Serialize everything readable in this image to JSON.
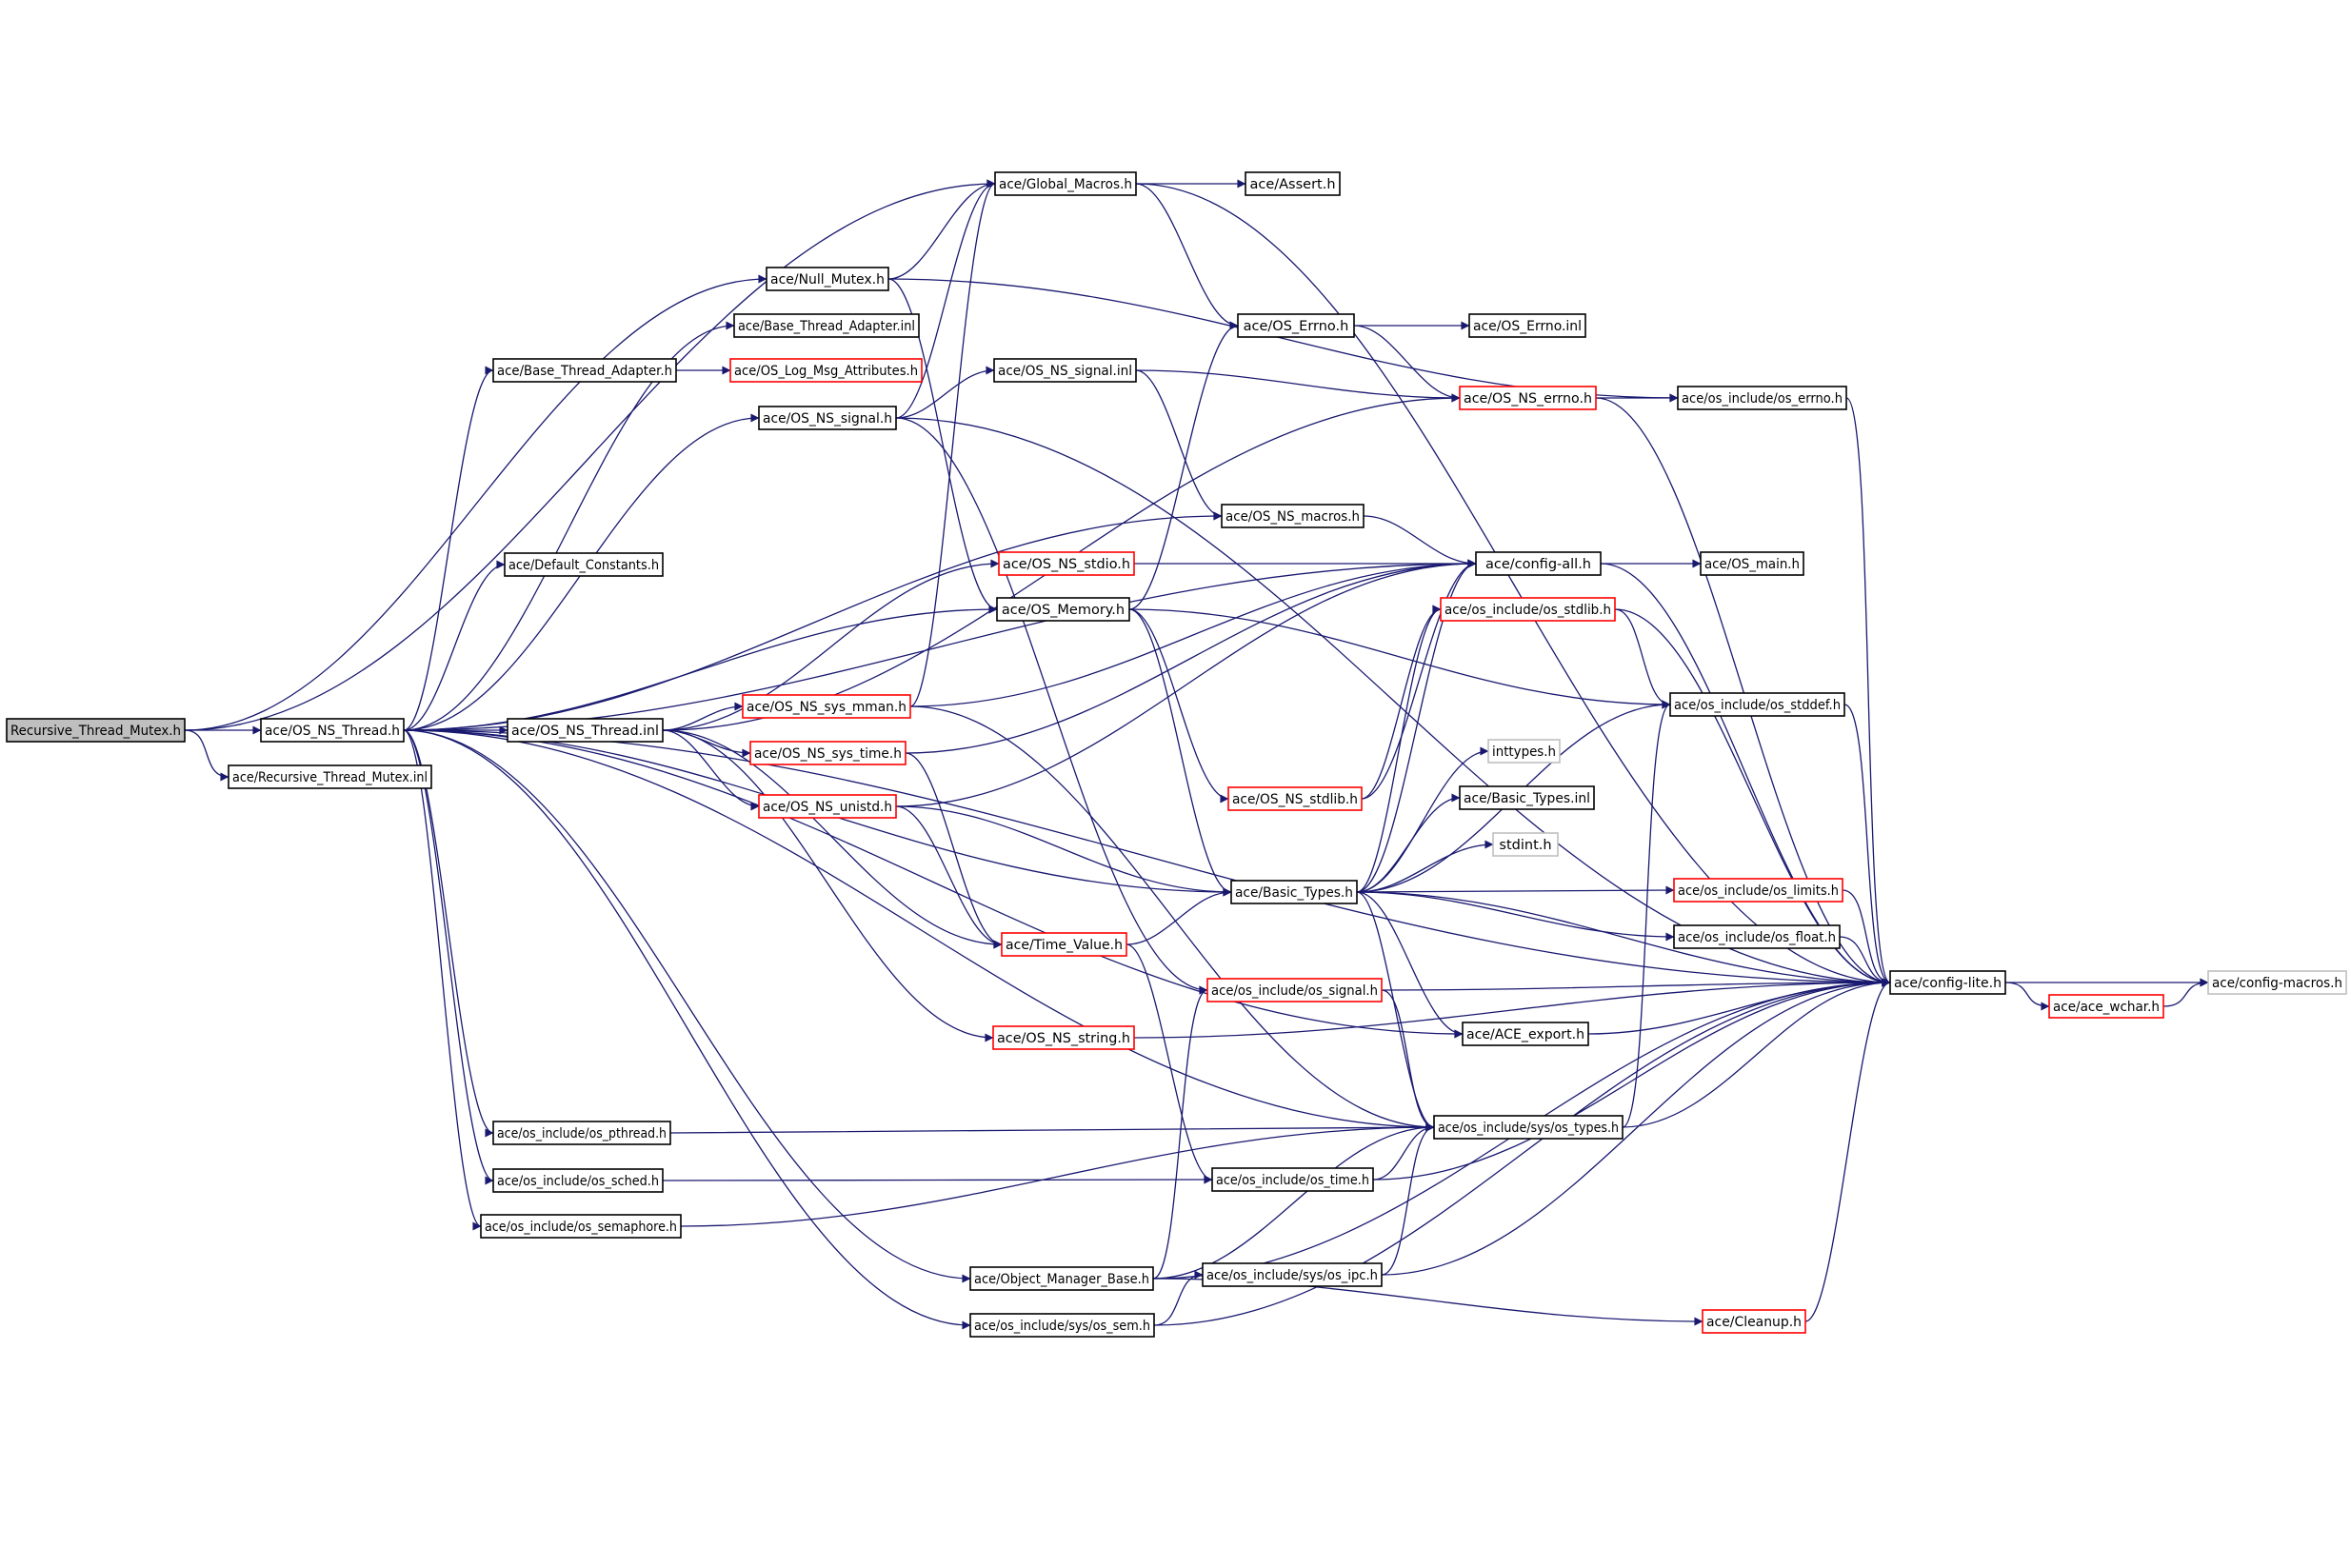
{
  "graph": {
    "colors": {
      "edge": "#191970",
      "border_default": "#000000",
      "border_truncated": "#ff0000",
      "border_undocumented": "#bfbfbf",
      "root_fill": "#bfbfbf",
      "node_fill": "#ffffff",
      "text": "#000000"
    },
    "nodes": [
      {
        "id": "n0",
        "label": "Recursive_Thread_Mutex.h",
        "style": "root"
      },
      {
        "id": "n1",
        "label": "ace/OS_NS_Thread.h",
        "style": "normal"
      },
      {
        "id": "n2",
        "label": "ace/Recursive_Thread_Mutex.inl",
        "style": "normal"
      },
      {
        "id": "n3",
        "label": "ace/Global_Macros.h",
        "style": "normal"
      },
      {
        "id": "n4",
        "label": "ace/Assert.h",
        "style": "normal"
      },
      {
        "id": "n5",
        "label": "ace/Null_Mutex.h",
        "style": "normal"
      },
      {
        "id": "n6",
        "label": "ace/Base_Thread_Adapter.inl",
        "style": "normal"
      },
      {
        "id": "n7",
        "label": "ace/Base_Thread_Adapter.h",
        "style": "normal"
      },
      {
        "id": "n8",
        "label": "ace/OS_Log_Msg_Attributes.h",
        "style": "red"
      },
      {
        "id": "n9",
        "label": "ace/OS_NS_signal.inl",
        "style": "normal"
      },
      {
        "id": "n10",
        "label": "ace/OS_NS_signal.h",
        "style": "normal"
      },
      {
        "id": "n11",
        "label": "ace/OS_Errno.h",
        "style": "normal"
      },
      {
        "id": "n12",
        "label": "ace/OS_Errno.inl",
        "style": "normal"
      },
      {
        "id": "n13",
        "label": "ace/OS_NS_errno.h",
        "style": "red"
      },
      {
        "id": "n14",
        "label": "ace/os_include/os_errno.h",
        "style": "normal"
      },
      {
        "id": "n15",
        "label": "ace/OS_NS_macros.h",
        "style": "normal"
      },
      {
        "id": "n16",
        "label": "ace/Default_Constants.h",
        "style": "normal"
      },
      {
        "id": "n17",
        "label": "ace/OS_NS_stdio.h",
        "style": "red"
      },
      {
        "id": "n18",
        "label": "ace/config-all.h",
        "style": "normal"
      },
      {
        "id": "n19",
        "label": "ace/OS_main.h",
        "style": "normal"
      },
      {
        "id": "n20",
        "label": "ace/OS_Memory.h",
        "style": "normal"
      },
      {
        "id": "n21",
        "label": "ace/os_include/os_stdlib.h",
        "style": "red"
      },
      {
        "id": "n22",
        "label": "ace/OS_NS_sys_mman.h",
        "style": "red"
      },
      {
        "id": "n23",
        "label": "ace/os_include/os_stddef.h",
        "style": "normal"
      },
      {
        "id": "n24",
        "label": "ace/OS_NS_Thread.inl",
        "style": "normal"
      },
      {
        "id": "n25",
        "label": "ace/OS_NS_sys_time.h",
        "style": "red"
      },
      {
        "id": "n26",
        "label": "inttypes.h",
        "style": "grey"
      },
      {
        "id": "n27",
        "label": "ace/OS_NS_stdlib.h",
        "style": "red"
      },
      {
        "id": "n28",
        "label": "ace/Basic_Types.inl",
        "style": "normal"
      },
      {
        "id": "n29",
        "label": "ace/OS_NS_unistd.h",
        "style": "red"
      },
      {
        "id": "n30",
        "label": "stdint.h",
        "style": "grey"
      },
      {
        "id": "n31",
        "label": "ace/Basic_Types.h",
        "style": "normal"
      },
      {
        "id": "n32",
        "label": "ace/os_include/os_limits.h",
        "style": "red"
      },
      {
        "id": "n33",
        "label": "ace/os_include/os_float.h",
        "style": "normal"
      },
      {
        "id": "n34",
        "label": "ace/Time_Value.h",
        "style": "red"
      },
      {
        "id": "n35",
        "label": "ace/config-lite.h",
        "style": "normal"
      },
      {
        "id": "n36",
        "label": "ace/config-macros.h",
        "style": "grey"
      },
      {
        "id": "n37",
        "label": "ace/os_include/os_signal.h",
        "style": "red"
      },
      {
        "id": "n38",
        "label": "ace/ace_wchar.h",
        "style": "red"
      },
      {
        "id": "n39",
        "label": "ace/ACE_export.h",
        "style": "normal"
      },
      {
        "id": "n40",
        "label": "ace/OS_NS_string.h",
        "style": "red"
      },
      {
        "id": "n41",
        "label": "ace/os_include/os_pthread.h",
        "style": "normal"
      },
      {
        "id": "n42",
        "label": "ace/os_include/sys/os_types.h",
        "style": "normal"
      },
      {
        "id": "n43",
        "label": "ace/os_include/os_sched.h",
        "style": "normal"
      },
      {
        "id": "n44",
        "label": "ace/os_include/os_time.h",
        "style": "normal"
      },
      {
        "id": "n45",
        "label": "ace/os_include/os_semaphore.h",
        "style": "normal"
      },
      {
        "id": "n46",
        "label": "ace/Object_Manager_Base.h",
        "style": "normal"
      },
      {
        "id": "n47",
        "label": "ace/os_include/sys/os_ipc.h",
        "style": "normal"
      },
      {
        "id": "n48",
        "label": "ace/Cleanup.h",
        "style": "red"
      },
      {
        "id": "n49",
        "label": "ace/os_include/sys/os_sem.h",
        "style": "normal"
      }
    ],
    "edges": [
      [
        "n0",
        "n1"
      ],
      [
        "n0",
        "n2"
      ],
      [
        "n0",
        "n3"
      ],
      [
        "n0",
        "n5"
      ],
      [
        "n3",
        "n4"
      ],
      [
        "n3",
        "n11"
      ],
      [
        "n3",
        "n35"
      ],
      [
        "n5",
        "n3"
      ],
      [
        "n5",
        "n20"
      ],
      [
        "n5",
        "n14"
      ],
      [
        "n7",
        "n8"
      ],
      [
        "n9",
        "n13"
      ],
      [
        "n9",
        "n15"
      ],
      [
        "n10",
        "n9"
      ],
      [
        "n10",
        "n3"
      ],
      [
        "n10",
        "n35"
      ],
      [
        "n10",
        "n37"
      ],
      [
        "n11",
        "n12"
      ],
      [
        "n11",
        "n13"
      ],
      [
        "n13",
        "n14"
      ],
      [
        "n13",
        "n35"
      ],
      [
        "n14",
        "n35"
      ],
      [
        "n15",
        "n18"
      ],
      [
        "n17",
        "n18"
      ],
      [
        "n18",
        "n19"
      ],
      [
        "n18",
        "n35"
      ],
      [
        "n20",
        "n11"
      ],
      [
        "n20",
        "n27"
      ],
      [
        "n20",
        "n31"
      ],
      [
        "n20",
        "n23"
      ],
      [
        "n21",
        "n23"
      ],
      [
        "n21",
        "n35"
      ],
      [
        "n22",
        "n18"
      ],
      [
        "n22",
        "n3"
      ],
      [
        "n22",
        "n42"
      ],
      [
        "n23",
        "n35"
      ],
      [
        "n24",
        "n22"
      ],
      [
        "n24",
        "n25"
      ],
      [
        "n24",
        "n29"
      ],
      [
        "n24",
        "n17"
      ],
      [
        "n24",
        "n13"
      ],
      [
        "n24",
        "n34"
      ],
      [
        "n24",
        "n40"
      ],
      [
        "n25",
        "n18"
      ],
      [
        "n25",
        "n34"
      ],
      [
        "n27",
        "n18"
      ],
      [
        "n27",
        "n21"
      ],
      [
        "n29",
        "n18"
      ],
      [
        "n29",
        "n31"
      ],
      [
        "n29",
        "n34"
      ],
      [
        "n31",
        "n18"
      ],
      [
        "n31",
        "n21"
      ],
      [
        "n31",
        "n23"
      ],
      [
        "n31",
        "n26"
      ],
      [
        "n31",
        "n28"
      ],
      [
        "n31",
        "n30"
      ],
      [
        "n31",
        "n32"
      ],
      [
        "n31",
        "n33"
      ],
      [
        "n31",
        "n35"
      ],
      [
        "n31",
        "n39"
      ],
      [
        "n31",
        "n42"
      ],
      [
        "n32",
        "n35"
      ],
      [
        "n33",
        "n35"
      ],
      [
        "n34",
        "n31"
      ],
      [
        "n34",
        "n44"
      ],
      [
        "n35",
        "n36"
      ],
      [
        "n35",
        "n38"
      ],
      [
        "n37",
        "n42"
      ],
      [
        "n37",
        "n35"
      ],
      [
        "n38",
        "n36"
      ],
      [
        "n39",
        "n35"
      ],
      [
        "n40",
        "n35"
      ],
      [
        "n41",
        "n42"
      ],
      [
        "n42",
        "n23"
      ],
      [
        "n42",
        "n35"
      ],
      [
        "n43",
        "n44"
      ],
      [
        "n44",
        "n42"
      ],
      [
        "n44",
        "n35"
      ],
      [
        "n45",
        "n42"
      ],
      [
        "n46",
        "n37"
      ],
      [
        "n46",
        "n42"
      ],
      [
        "n46",
        "n48"
      ],
      [
        "n46",
        "n35"
      ],
      [
        "n47",
        "n42"
      ],
      [
        "n47",
        "n35"
      ],
      [
        "n48",
        "n35"
      ],
      [
        "n49",
        "n47"
      ],
      [
        "n49",
        "n35"
      ],
      [
        "n1",
        "n7"
      ],
      [
        "n1",
        "n6"
      ],
      [
        "n1",
        "n10"
      ],
      [
        "n1",
        "n16"
      ],
      [
        "n1",
        "n18"
      ],
      [
        "n1",
        "n15"
      ],
      [
        "n1",
        "n24"
      ],
      [
        "n1",
        "n20"
      ],
      [
        "n1",
        "n31"
      ],
      [
        "n1",
        "n39"
      ],
      [
        "n1",
        "n41"
      ],
      [
        "n1",
        "n43"
      ],
      [
        "n1",
        "n45"
      ],
      [
        "n1",
        "n46"
      ],
      [
        "n1",
        "n49"
      ],
      [
        "n1",
        "n35"
      ],
      [
        "n1",
        "n42"
      ]
    ]
  }
}
